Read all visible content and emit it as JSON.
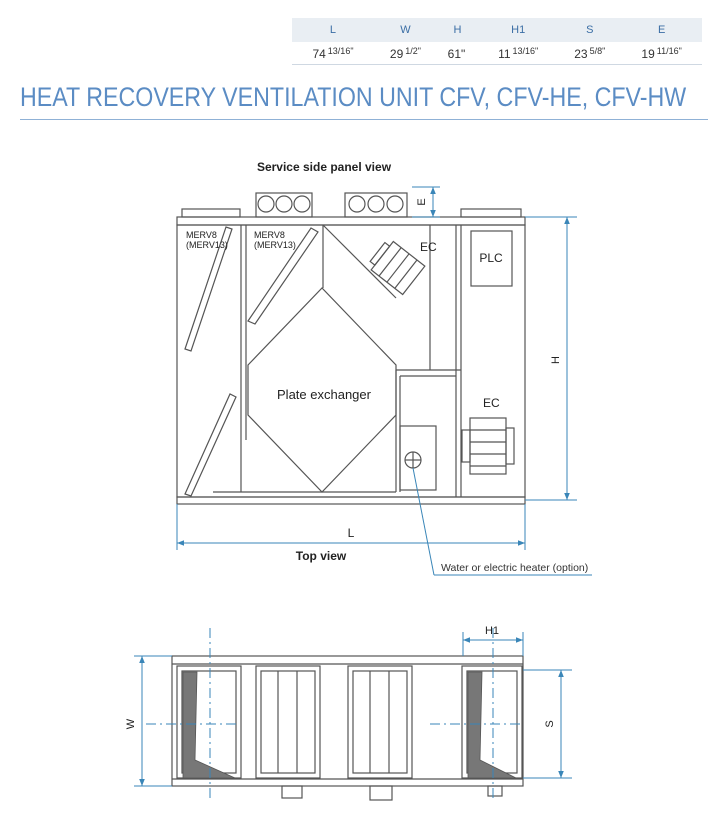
{
  "dimensions_table": {
    "headers": [
      "L",
      "W",
      "H",
      "H1",
      "S",
      "E"
    ],
    "values": [
      {
        "whole": "74",
        "frac": "13/16\""
      },
      {
        "whole": "29",
        "frac": "1/2\""
      },
      {
        "whole": "61\"",
        "frac": ""
      },
      {
        "whole": "11",
        "frac": "13/16\""
      },
      {
        "whole": "23",
        "frac": "5/8\""
      },
      {
        "whole": "19",
        "frac": "11/16\""
      }
    ]
  },
  "title": "HEAT RECOVERY VENTILATION UNIT CFV, CFV-HE, CFV-HW",
  "top_drawing": {
    "caption": "Service side panel view",
    "filter_label_1a": "MERV8",
    "filter_label_1b": "(MERV13)",
    "filter_label_2a": "MERV8",
    "filter_label_2b": "(MERV13)",
    "fan_label_top": "EC",
    "fan_label_bottom": "EC",
    "plc_label": "PLC",
    "exchanger_label": "Plate exchanger",
    "dim_e": "E",
    "dim_h": "H",
    "dim_l": "L",
    "bottom_caption": "Top view",
    "heater_callout": "Water or electric heater (option)"
  },
  "bottom_drawing": {
    "dim_h1": "H1",
    "dim_w": "W",
    "dim_s": "S"
  },
  "colors": {
    "accent": "#5b8cc4",
    "dimension_line": "#3a86b8",
    "outline": "#555555",
    "fill_gray": "#777777"
  }
}
